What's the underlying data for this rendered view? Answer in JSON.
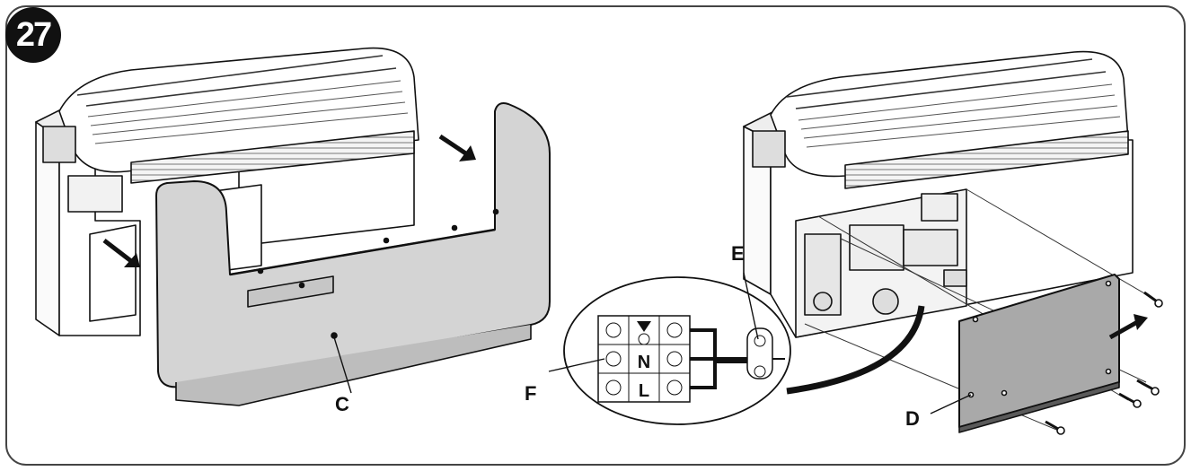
{
  "figure": {
    "number": "27",
    "callouts": {
      "c": "C",
      "d": "D",
      "e": "E",
      "f": "F"
    },
    "terminal_block": {
      "n": "N",
      "l": "L"
    }
  }
}
